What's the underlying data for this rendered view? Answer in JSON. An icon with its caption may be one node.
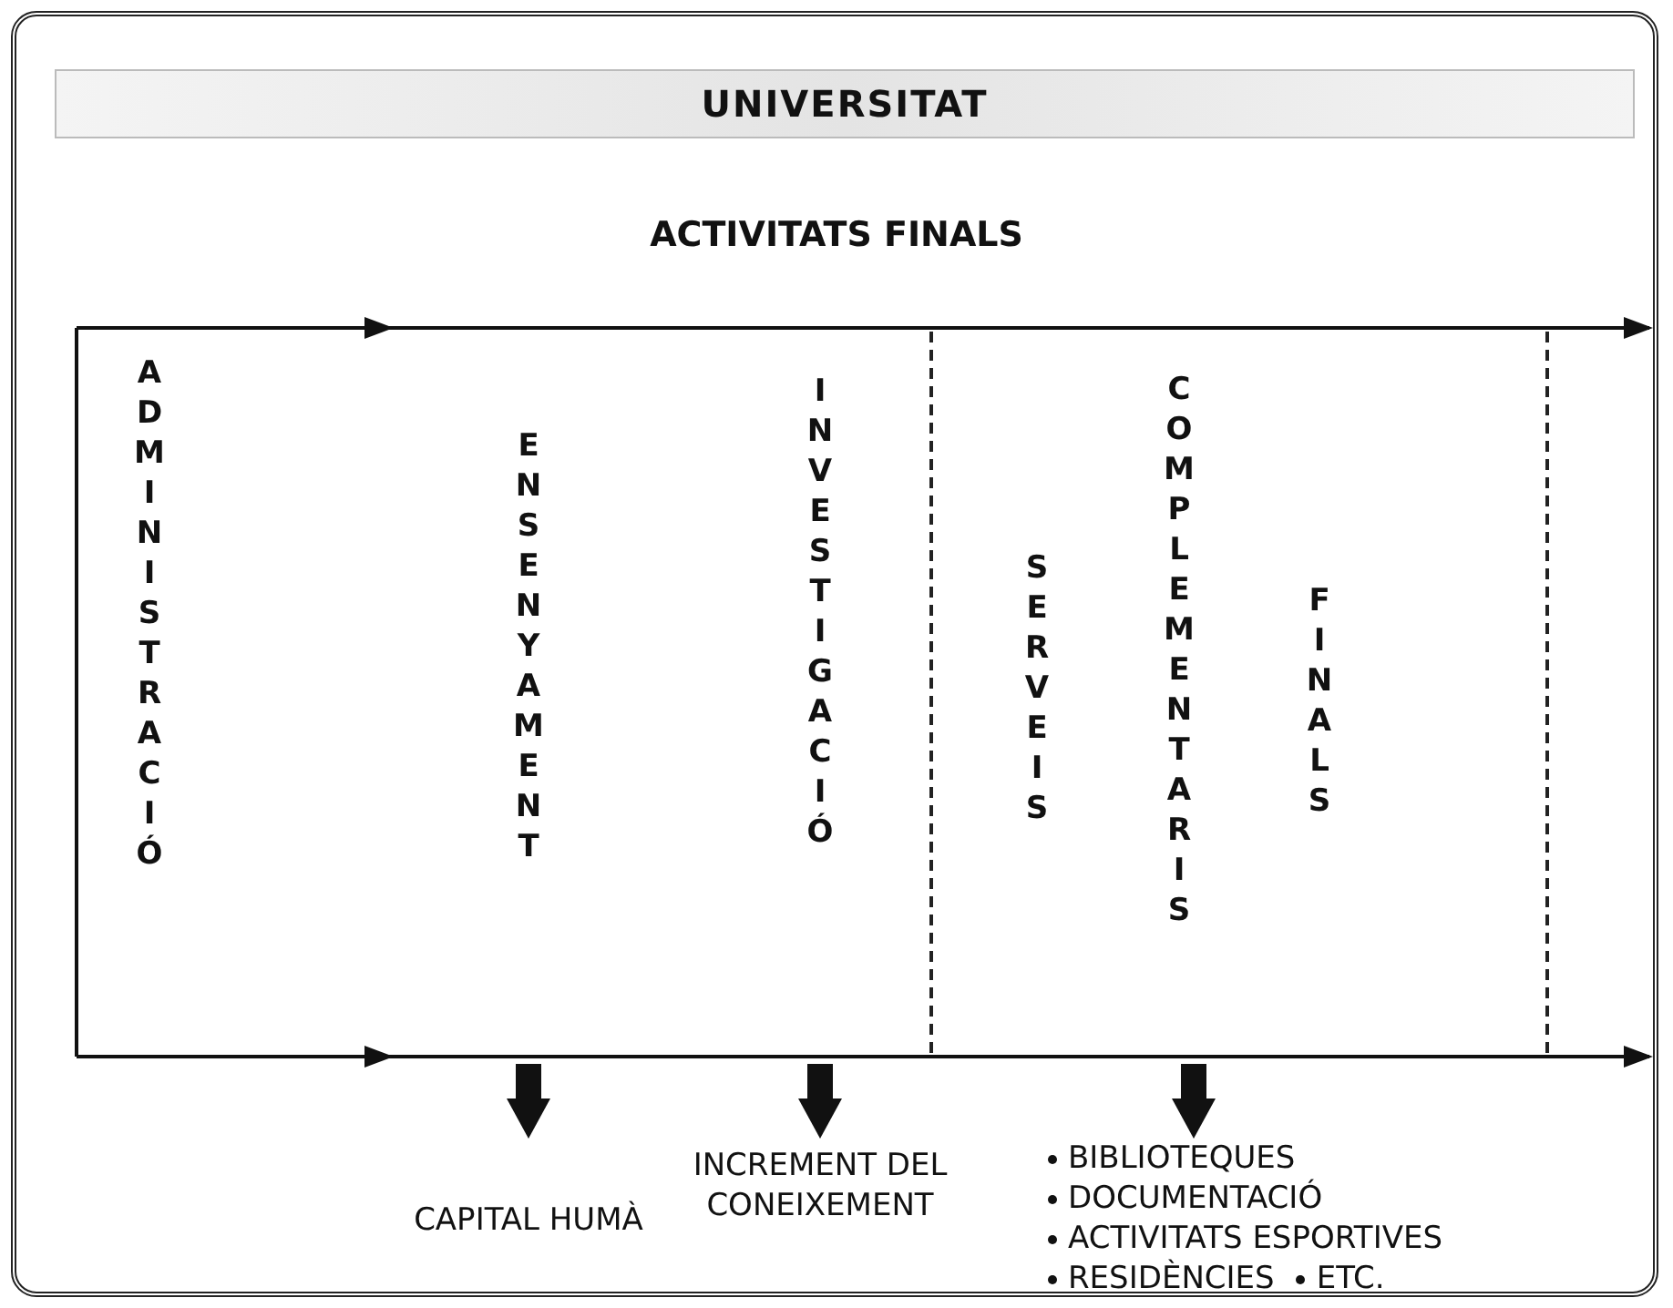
{
  "diagram": {
    "nodes": [
      {
        "text": [
          "UNIVERSITAT"
        ]
      },
      {
        "text": [
          "ADMINISTRACIÓ"
        ]
      },
      {
        "text": [
          "ENSENYAMENT"
        ]
      },
      {
        "text": [
          "INVESTIGACIÓ"
        ]
      },
      {
        "text": [
          "SERVEIS",
          "COMPLEMENTARIS",
          "FINALS"
        ]
      },
      {
        "text": [
          "CAPITAL HUMÀ"
        ]
      },
      {
        "text": [
          "INCREMENT DEL CONEIXEMENT"
        ]
      },
      {
        "text": [
          "BIBLIOTEQUES",
          "DOCUMENTACIÓ",
          "ACTIVITATS ESPORTIVES",
          "RESIDÈNCIES",
          "ETC."
        ]
      }
    ],
    "edges": [
      {
        "from": null,
        "to": 5,
        "arrow": "to"
      },
      {
        "from": null,
        "to": 6,
        "arrow": "to"
      },
      {
        "from": 4,
        "to": 7,
        "arrow": "to"
      }
    ],
    "labels": [
      "ACTIVITATS FINALS"
    ]
  }
}
